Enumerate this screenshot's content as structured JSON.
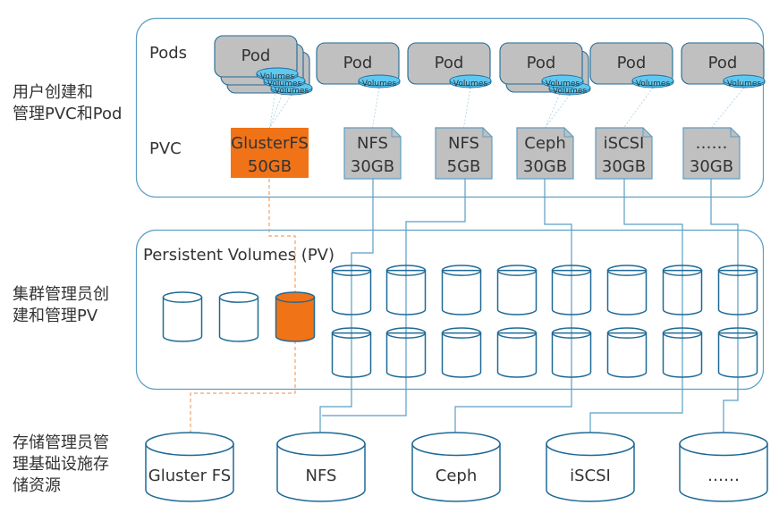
{
  "colors": {
    "line": "#1f6a96",
    "thin_line": "#5b9ec4",
    "pod_fill": "#c0c0c0",
    "pvc_fill": "#c0c0c0",
    "orange": "#f07318",
    "volume_fill": "#5ec8f0",
    "dashed_orange": "#f5a062"
  },
  "side_labels": {
    "user": "用户创建和\n管理PVC和Pod",
    "user_line1": "用户创建和",
    "user_line2": "管理PVC和Pod",
    "cluster_line1": "集群管理员创",
    "cluster_line2": "建和管理PV",
    "storage_line1": "存储管理员管",
    "storage_line2": "理基础设施存",
    "storage_line3": "储资源"
  },
  "top_panel": {
    "pods_label": "Pods",
    "pvc_label": "PVC",
    "pod_text": "Pod",
    "volumes_text": "Volumes",
    "pods": [
      {
        "label": "Pod",
        "stack": 3
      },
      {
        "label": "Pod",
        "stack": 1
      },
      {
        "label": "Pod",
        "stack": 1
      },
      {
        "label": "Pod",
        "stack": 2
      },
      {
        "label": "Pod",
        "stack": 1
      },
      {
        "label": "Pod",
        "stack": 1
      }
    ],
    "pvcs": [
      {
        "type": "GlusterFS",
        "size": "50GB",
        "highlight": true
      },
      {
        "type": "NFS",
        "size": "30GB",
        "highlight": false
      },
      {
        "type": "NFS",
        "size": "5GB",
        "highlight": false
      },
      {
        "type": "Ceph",
        "size": "30GB",
        "highlight": false
      },
      {
        "type": "iSCSI",
        "size": "30GB",
        "highlight": false
      },
      {
        "type": "……",
        "size": "30GB",
        "highlight": false
      }
    ]
  },
  "middle_panel": {
    "title": "Persistent Volumes (PV)",
    "loose_volumes": 3,
    "highlighted_loose_index": 2,
    "grid_columns": 8,
    "grid_rows": 2
  },
  "storage_backends": [
    {
      "label": "Gluster FS"
    },
    {
      "label": "NFS"
    },
    {
      "label": "Ceph"
    },
    {
      "label": "iSCSI"
    },
    {
      "label": "……"
    }
  ]
}
